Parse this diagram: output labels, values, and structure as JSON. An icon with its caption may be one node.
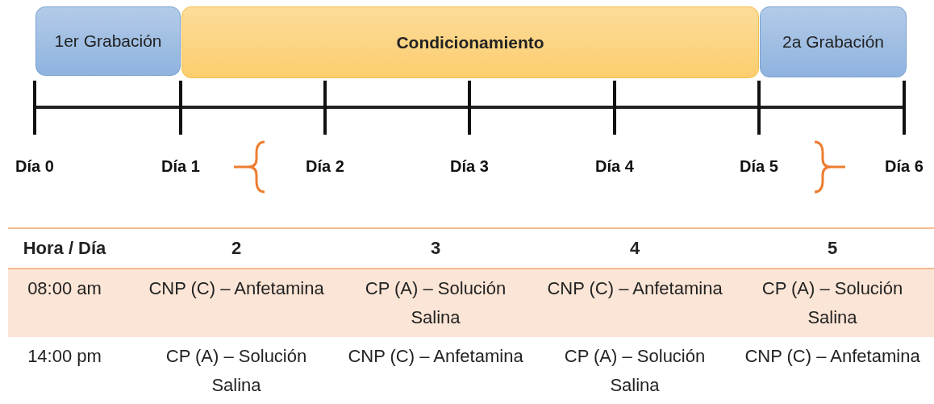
{
  "diagram": {
    "nodes": [
      {
        "text": [
          "1er Grabación"
        ]
      },
      {
        "text": [
          "Condicionamiento"
        ]
      },
      {
        "text": [
          "2a Grabación"
        ]
      }
    ],
    "labels": [
      "Día 0",
      "Día 1",
      "Día 2",
      "Día 3",
      "Día 4",
      "Día 5",
      "Día 6",
      "Hora / Día",
      "2",
      "3",
      "4",
      "5",
      "08:00 am",
      "CNP (C) – Anfetamina",
      "CP (A) – Solución Salina",
      "CNP (C) – Anfetamina",
      "CP (A) – Solución Salina",
      "14:00 pm",
      "CP (A) – Solución Salina",
      "CNP (C) – Anfetamina",
      "CP (A) – Solución Salina",
      "CNP (C) – Anfetamina"
    ]
  }
}
